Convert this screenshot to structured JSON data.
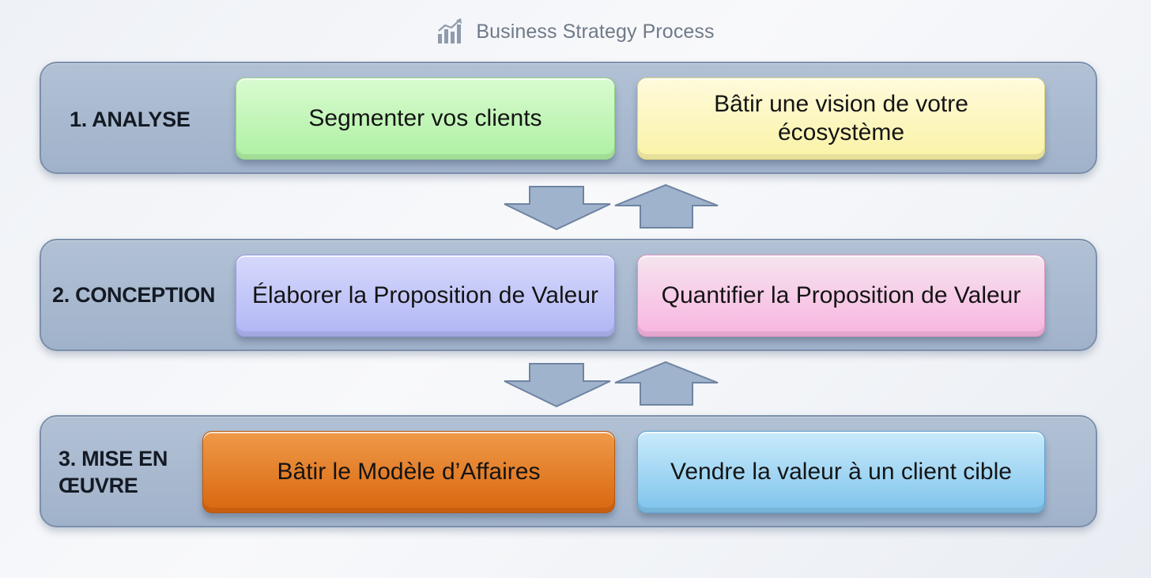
{
  "header": {
    "title": "Business Strategy Process",
    "icon": "bar-chart-trend-icon"
  },
  "colors": {
    "row_fill": "#a8b8ce",
    "row_border": "#7b8fab",
    "arrow_fill": "#9fb3cc",
    "green": "#b4f1a9",
    "yellow": "#fbf4ad",
    "purple": "#b6bbf5",
    "pink": "#f8b9e2",
    "orange": "#df6f18",
    "blue": "#86c7ee"
  },
  "stages": [
    {
      "label": "1. ANALYSE",
      "steps": [
        {
          "text": "Segmenter vos clients"
        },
        {
          "text": "Bâtir une vision de votre écosystème"
        }
      ]
    },
    {
      "label": "2. CONCEPTION",
      "steps": [
        {
          "text": "Élaborer la Proposition de Valeur"
        },
        {
          "text": "Quantifier la Proposition de Valeur"
        }
      ]
    },
    {
      "label": "3. MISE EN ŒUVRE",
      "steps": [
        {
          "text": "Bâtir le Modèle d’Affaires"
        },
        {
          "text": "Vendre la valeur à un client cible"
        }
      ]
    }
  ],
  "connectors": [
    {
      "down": "arrow-down-icon",
      "up": "arrow-up-icon"
    },
    {
      "down": "arrow-down-icon",
      "up": "arrow-up-icon"
    }
  ]
}
